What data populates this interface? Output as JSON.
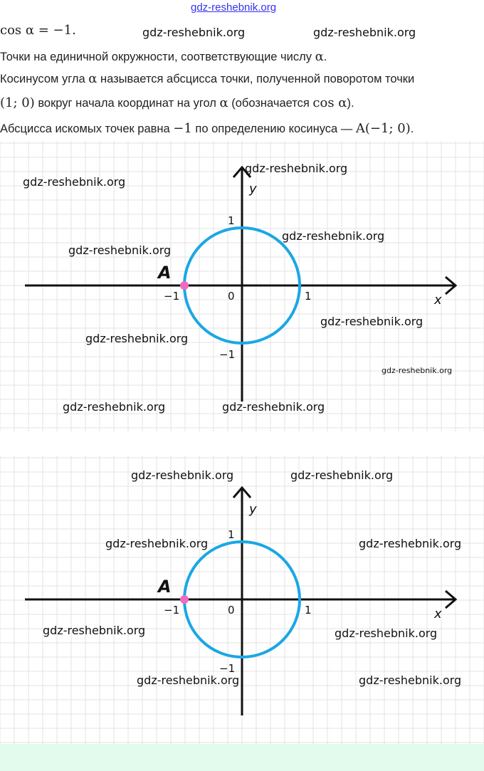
{
  "header": {
    "watermark": "gdz-reshebnik.org"
  },
  "text": {
    "line1": "cos α = −1.",
    "line2_a": "Точки на единичной окружности, соответствующие числу ",
    "line2_b": "α",
    "line2_c": ".",
    "line3_a": "Косинусом угла ",
    "line3_b": "α",
    "line3_c": " называется абсцисса точки, полученной поворотом точки",
    "line4_a": "(1; 0)",
    "line4_b": " вокруг начала координат на угол ",
    "line4_c": "α",
    "line4_d": " (обозначается ",
    "line4_e": "cos α",
    "line4_f": ").",
    "line5_a": "Абсцисса искомых точек равна ",
    "line5_b": "−1",
    "line5_c": " по определению косинуса — ",
    "line5_d": "A(−1; 0)",
    "line5_e": "."
  },
  "figure": {
    "x_label": "x",
    "y_label": "y",
    "origin": "0",
    "one": "1",
    "minus_one": "−1",
    "point_label": "A"
  },
  "watermark": "gdz-reshebnik.org",
  "colors": {
    "circle": "#1aa7e4",
    "point": "#f06bbf",
    "grid": "#e3e3e3",
    "band": "#e3fbec"
  }
}
